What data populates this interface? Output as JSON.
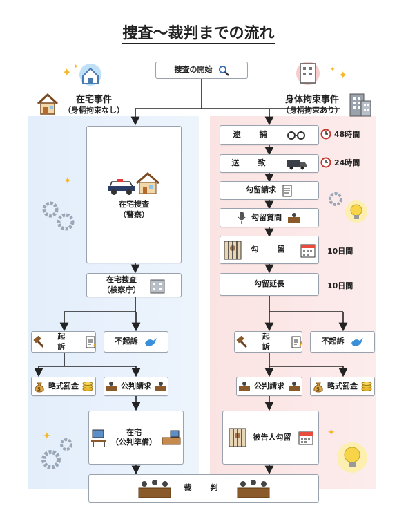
{
  "title": "捜査〜裁判までの流れ",
  "start": {
    "label": "捜査の開始"
  },
  "left_header": {
    "title": "在宅事件",
    "sub": "（身柄拘束なし）"
  },
  "right_header": {
    "title": "身体拘束事件",
    "sub": "（身柄拘束あり）"
  },
  "left": {
    "police": {
      "line1": "在宅捜査",
      "line2": "（警察）"
    },
    "prosecutor": {
      "line1": "在宅捜査",
      "line2": "（検察庁）"
    },
    "indict": "起　訴",
    "non_indict": "不起訴",
    "summary_fine": "略式罰金",
    "public_trial": "公判請求",
    "prep": {
      "line1": "在宅",
      "line2": "（公判準備）"
    }
  },
  "right": {
    "arrest": {
      "label": "逮　捕",
      "time": "48時間"
    },
    "send": {
      "label": "送　致",
      "time": "24時間"
    },
    "detention_request": "勾留請求",
    "detention_hearing": "勾留質問",
    "detention": {
      "label": "勾　留",
      "time": "10日間"
    },
    "extension": {
      "label": "勾留延長",
      "time": "10日間"
    },
    "indict": "起　訴",
    "non_indict": "不起訴",
    "public_trial": "公判請求",
    "summary_fine": "略式罰金",
    "defendant_detention": "被告人勾留"
  },
  "trial": "裁　判",
  "colors": {
    "left_bg": "#e3eefb",
    "right_bg": "#fbe3e3",
    "line": "#222222"
  }
}
